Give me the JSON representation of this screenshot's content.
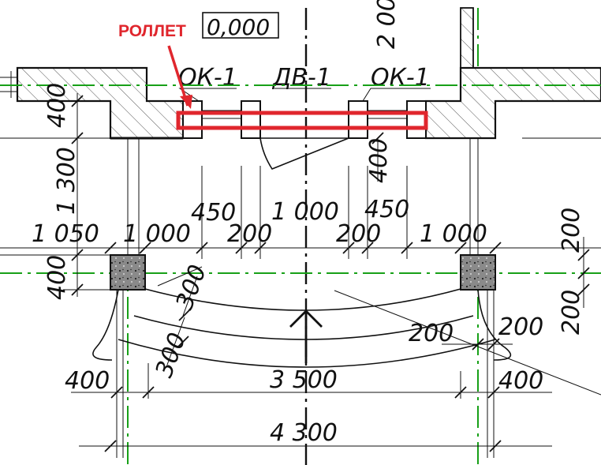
{
  "level_mark": "0,000",
  "callout": {
    "text": "РОЛЛЕТ",
    "color": "#e0262d"
  },
  "marks": {
    "window_left": "ОК-1",
    "door": "ДВ-1",
    "window_right": "ОК-1"
  },
  "dims": {
    "v_400_top": "400",
    "v_1300": "1 300",
    "v_2000": "2 00",
    "v_400_door": "400",
    "h_450_left": "450",
    "h_1000_center": "1 000",
    "h_450_right": "450",
    "h_1050": "1 050",
    "h_1000_left": "1 000",
    "h_200_left": "200",
    "h_200_right": "200",
    "h_1000_right": "1 000",
    "v_200_top_right": "200",
    "v_400_left_col": "400",
    "d_300_upper": "300",
    "d_300_lower": "300",
    "h_200_mid": "200",
    "h_200_mid_right": "200",
    "v_200_right_col": "200",
    "h_400_left_bottom": "400",
    "h_3500": "3 500",
    "h_400_right_bottom": "400",
    "h_4300": "4 300"
  },
  "colors": {
    "axis": "#18a018",
    "hatch": "#555555",
    "roller": "#e0262d",
    "column": "#8a8a8a"
  },
  "icons": [
    "arrow-up-icon"
  ]
}
